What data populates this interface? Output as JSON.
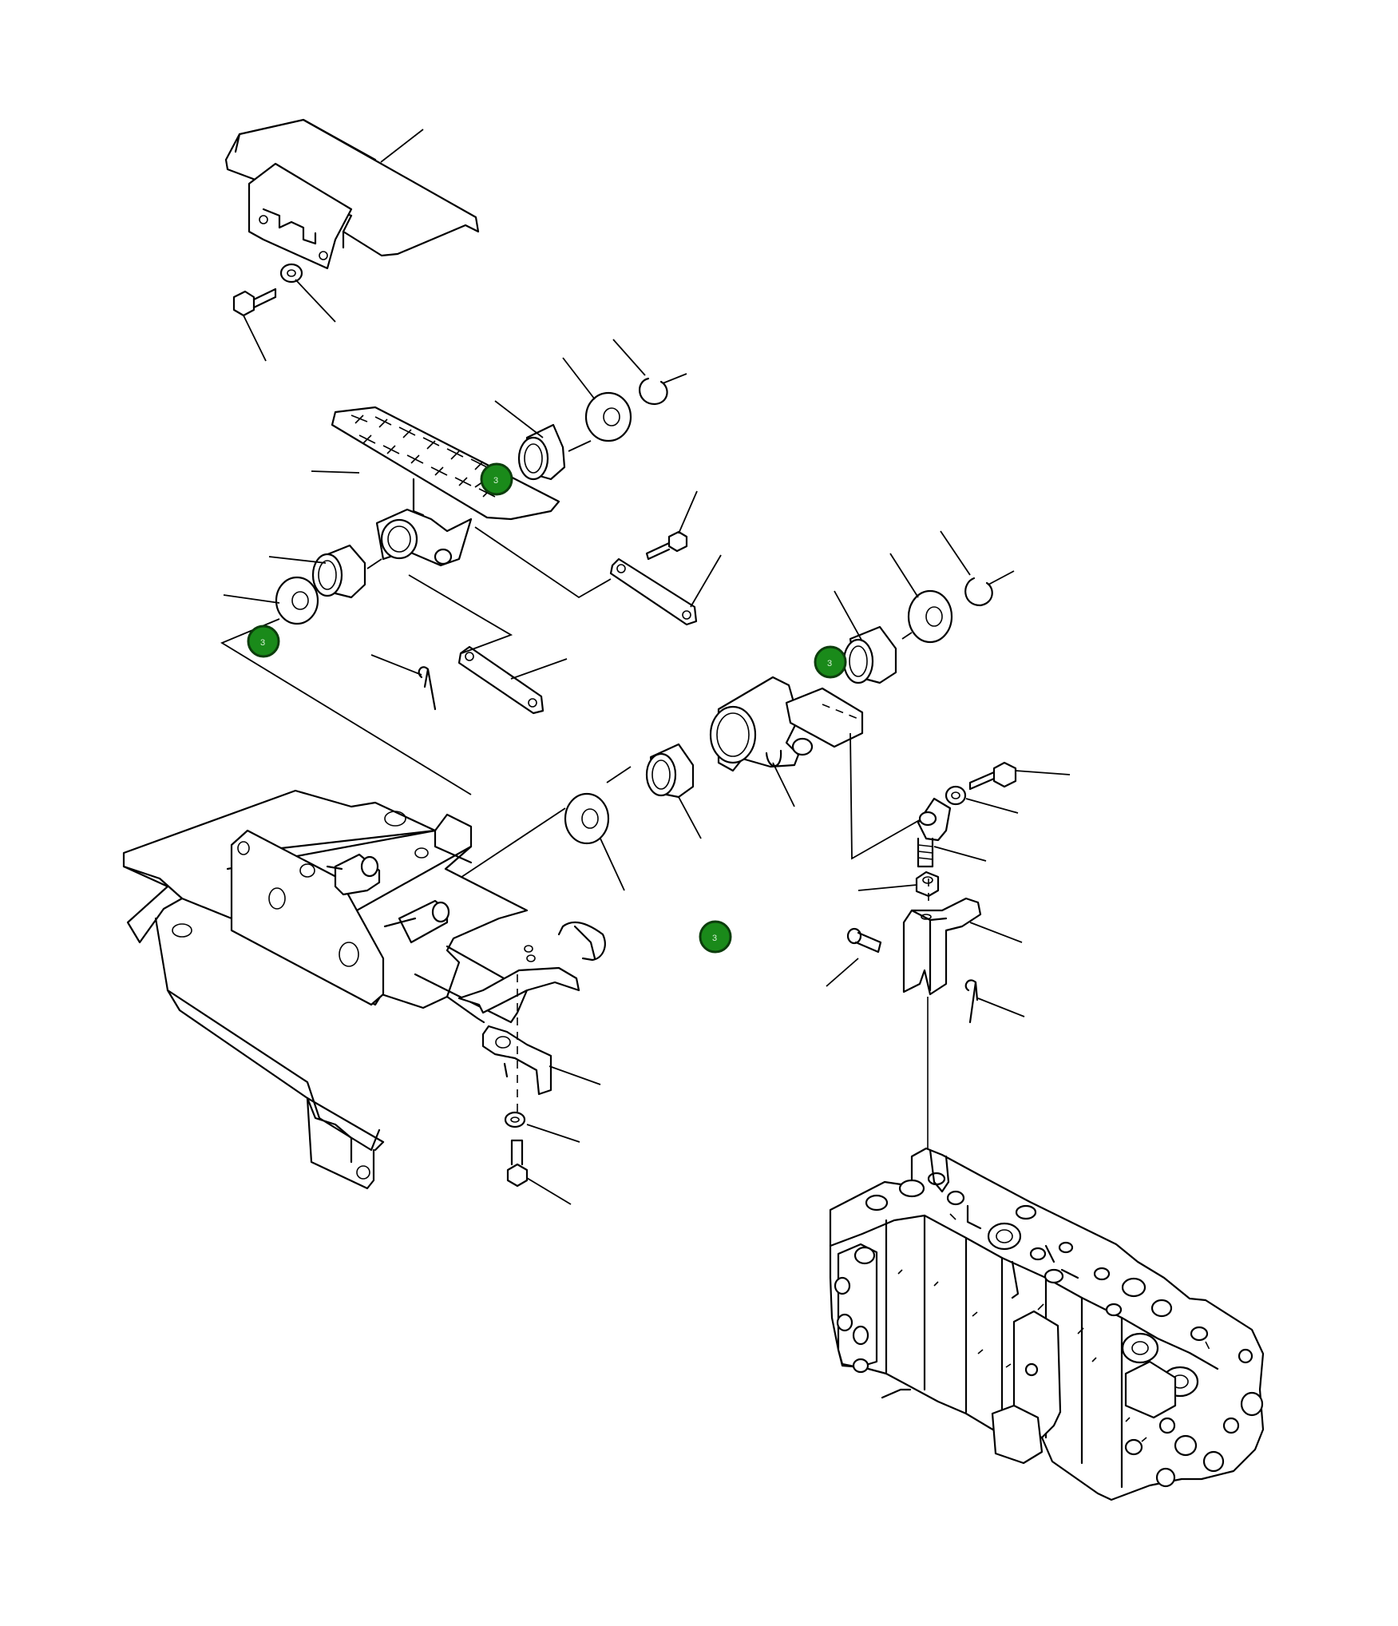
{
  "markers": [
    {
      "id": "marker-a",
      "label": "3"
    },
    {
      "id": "marker-b",
      "label": "3"
    },
    {
      "id": "marker-c",
      "label": "3"
    },
    {
      "id": "marker-d",
      "label": "3"
    }
  ],
  "colors": {
    "marker_fill": "#1a8a1a",
    "marker_stroke": "#0c3d0c",
    "line": "#000000",
    "background": "#ffffff"
  }
}
